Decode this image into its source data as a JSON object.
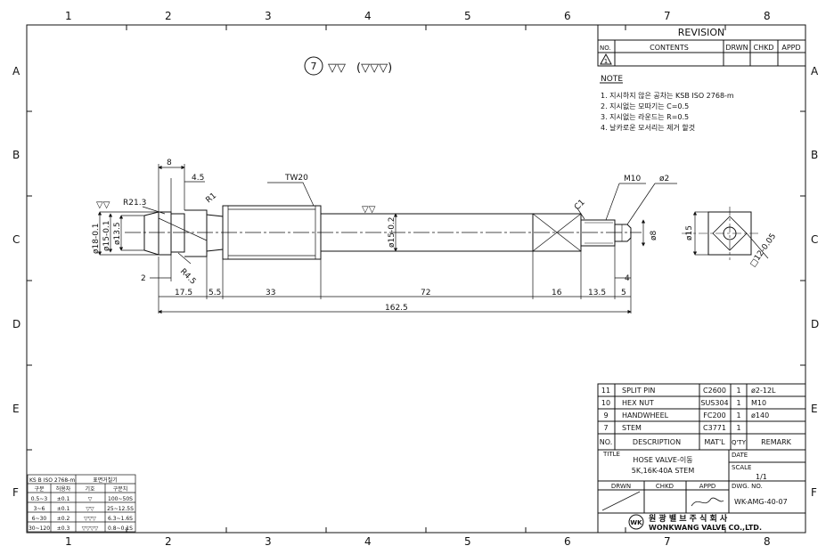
{
  "grid": {
    "cols": [
      "1",
      "2",
      "3",
      "4",
      "5",
      "6",
      "7",
      "8"
    ],
    "rows": [
      "A",
      "B",
      "C",
      "D",
      "E",
      "F"
    ]
  },
  "revision": {
    "title": "REVISION",
    "headers": [
      "NO.",
      "CONTENTS",
      "DRWN",
      "CHKD",
      "APPD"
    ],
    "row_no": "1"
  },
  "notes": {
    "title": "NOTE",
    "items": [
      "1. 지시하지 않은 공차는 KSB ISO 2768-m",
      "2. 지시없는 모따기는 C=0.5",
      "3. 지시없는 라운드는 R=0.5",
      "4. 날카로운 모서리는 제거 할것"
    ]
  },
  "finish_symbol": {
    "number": "7",
    "main": "▽▽",
    "paren": "(▽▽▽)"
  },
  "dims": {
    "d8": "8",
    "d4_5": "4.5",
    "tw20": "TW20",
    "r21_3": "R21.3",
    "r1": "R1",
    "m10": "M10",
    "dia2": "ø2",
    "c1": "C1",
    "dia18": "ø18-0.1",
    "dia15a": "ø15-0.1",
    "dia13_5": "ø13.5",
    "dia15b": "ø15-0.2",
    "dia8": "ø8",
    "dia15c": "ø15",
    "sq12": "□12-0.05",
    "r4_5": "R4.5",
    "d2": "2",
    "d4": "4",
    "seg": [
      "17.5",
      "5.5",
      "33",
      "72",
      "16",
      "13.5",
      "5"
    ],
    "total": "162.5"
  },
  "bom": {
    "rows": [
      {
        "no": "11",
        "desc": "SPLIT PIN",
        "mat": "C2600",
        "qty": "1",
        "remark": "ø2-12L"
      },
      {
        "no": "10",
        "desc": "HEX NUT",
        "mat": "SUS304",
        "qty": "1",
        "remark": "M10"
      },
      {
        "no": "9",
        "desc": "HANDWHEEL",
        "mat": "FC200",
        "qty": "1",
        "remark": "ø140"
      },
      {
        "no": "7",
        "desc": "STEM",
        "mat": "C3771",
        "qty": "1",
        "remark": ""
      }
    ],
    "headers": {
      "no": "NO.",
      "desc": "DESCRIPTION",
      "mat": "MAT'L",
      "qty": "Q'TY",
      "remark": "REMARK"
    }
  },
  "title_block": {
    "title_label": "TITLE",
    "title1": "HOSE VALVE-이동",
    "title2": "5K,16K-40A STEM",
    "date_label": "DATE",
    "scale_label": "SCALE",
    "scale": "1/1",
    "drwn": "DRWN",
    "chkd": "CHKD",
    "appd": "APPD",
    "dwg_label": "DWG. NO.",
    "dwg_no": "WK-AMG-40-07",
    "company_kr": "원 광 밸 브 주 식 회 사",
    "company_en": "WONKWANG VALVE CO.,LTD.",
    "logo": "WK"
  },
  "tolerance": {
    "title": "KS B ISO 2768-m",
    "subtitle": "표면거칠기",
    "headers": [
      "구분",
      "허용차",
      "기호",
      "구분치"
    ],
    "rows": [
      [
        "0.5~3",
        "±0.1",
        "▽",
        "100~50S"
      ],
      [
        "3~6",
        "±0.1",
        "▽▽",
        "25~12.5S"
      ],
      [
        "6~30",
        "±0.2",
        "▽▽▽",
        "6.3~1.6S"
      ],
      [
        "30~120",
        "±0.3",
        "▽▽▽▽",
        "0.8~0.1S"
      ]
    ]
  }
}
